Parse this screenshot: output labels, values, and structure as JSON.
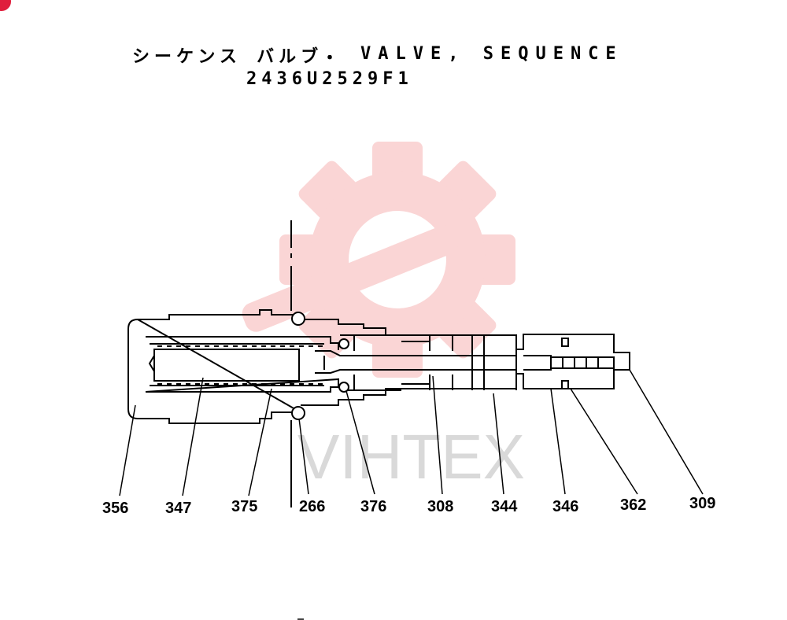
{
  "header": {
    "title_jp": "シーケンス バルブ",
    "separator": "・",
    "title_en": "VALVE, SEQUENCE",
    "part_number": "2436U2529F1"
  },
  "watermark": {
    "text": "VIHTEX",
    "gear_color": "#f4a5a5"
  },
  "callouts": [
    "356",
    "347",
    "375",
    "266",
    "376",
    "308",
    "344",
    "346",
    "362",
    "309"
  ]
}
